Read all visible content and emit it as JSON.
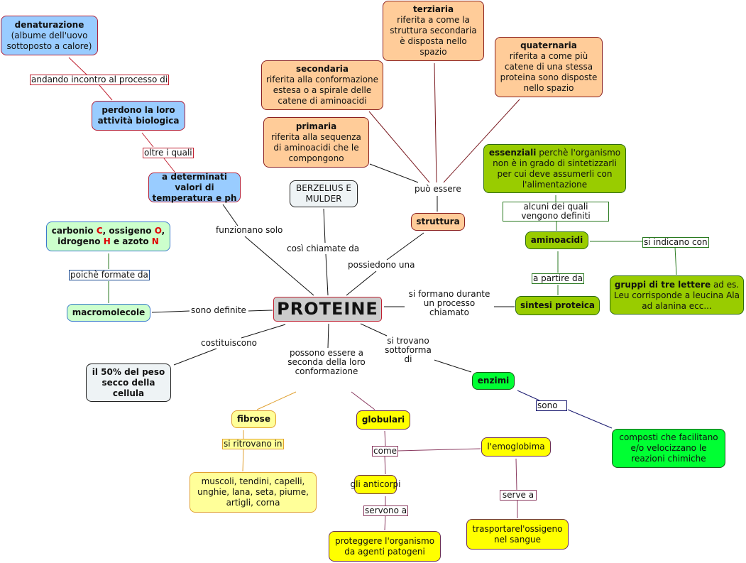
{
  "root": {
    "title": "PROTEINE"
  },
  "nodes": {
    "denaturazione": {
      "title": "denaturazione",
      "text": "(albume dell'uovo sottoposto a calore)"
    },
    "perdono": {
      "title": "perdono la loro attività biologica"
    },
    "valori": {
      "title": "a determinati valori di temperatura e ph"
    },
    "berzelius": {
      "text": "BERZELIUS E MULDER"
    },
    "secondaria": {
      "title": "secondaria",
      "text": "riferita alla conformazione estesa o a spirale delle catene di aminoacidi"
    },
    "primaria": {
      "title": "primaria",
      "text": "riferita alla sequenza di aminoacidi che le compongono"
    },
    "terziaria": {
      "title": "terziaria",
      "text": "riferita a come la struttura secondaria è disposta nello spazio"
    },
    "quaternaria": {
      "title": "quaternaria",
      "text": "riferita a come più catene di una stessa proteina sono disposte nello spazio"
    },
    "struttura": {
      "title": "struttura"
    },
    "essenziali": {
      "title": "essenziali",
      "text": "perchè l'organismo non è in grado di sintetizzarli per cui deve assumerli con l'alimentazione"
    },
    "aminoacidi": {
      "title": "aminoacidi"
    },
    "sintesi": {
      "title": "sintesi proteica"
    },
    "gruppi": {
      "title": "gruppi di tre lettere",
      "text": "ad es. Leu corrisponde a leucina Ala ad alanina ecc..."
    },
    "carbonio": {
      "c1": "carbonio ",
      "C": "C",
      "c2": ", ossigeno ",
      "O": "O",
      "c3": ", idrogeno ",
      "H": "H",
      "c4": " e azoto ",
      "N": "N"
    },
    "macromolecole": {
      "title": "macromolecole"
    },
    "cinquanta": {
      "title": "il 50% del peso secco della cellula"
    },
    "enzimi": {
      "title": "enzimi"
    },
    "composti": {
      "text": "composti che facilitano e/o velocizzano le reazioni chimiche"
    },
    "fibrose": {
      "title": "fibrose"
    },
    "muscoli": {
      "text": "muscoli, tendini, capelli, unghie, lana, seta, piume, artigli, corna"
    },
    "globulari": {
      "title": "globulari"
    },
    "emoglobima": {
      "text": "l'emoglobima"
    },
    "anticorpi": {
      "text": "gli anticorpi"
    },
    "proteggere": {
      "text": "proteggere l'organismo da agenti patogeni"
    },
    "trasportare": {
      "text": "trasportarel'ossigeno nel sangue"
    }
  },
  "links": {
    "andando": "andando incontro al processo di",
    "oltre": "oltre i quali",
    "funzionano": "funzionano solo",
    "cosi": "così chiamate da",
    "possiedono": "possiedono una",
    "puo": "può essere",
    "alcuni": "alcuni dei quali vengono definiti",
    "indicano": "si indicano con",
    "partire": "a partire da",
    "formano": "si formano durante un processo chiamato",
    "poiche": "poichè formate da",
    "definite": "sono definite",
    "costituiscono": "costituiscono",
    "possono": "possono essere a seconda della loro conformazione",
    "trovano": "si trovano sottoforma di",
    "sono": "sono",
    "ritrovano": "si ritrovano in",
    "come": "come",
    "servono": "servono a",
    "serve": "serve a"
  },
  "colors": {
    "accent_red": "#e00000",
    "blue": "#99ccff",
    "orange": "#ffcc99",
    "green": "#99cc00",
    "bright_green": "#00ff33",
    "yellow": "#ffff00",
    "pale_yellow": "#ffff99"
  }
}
